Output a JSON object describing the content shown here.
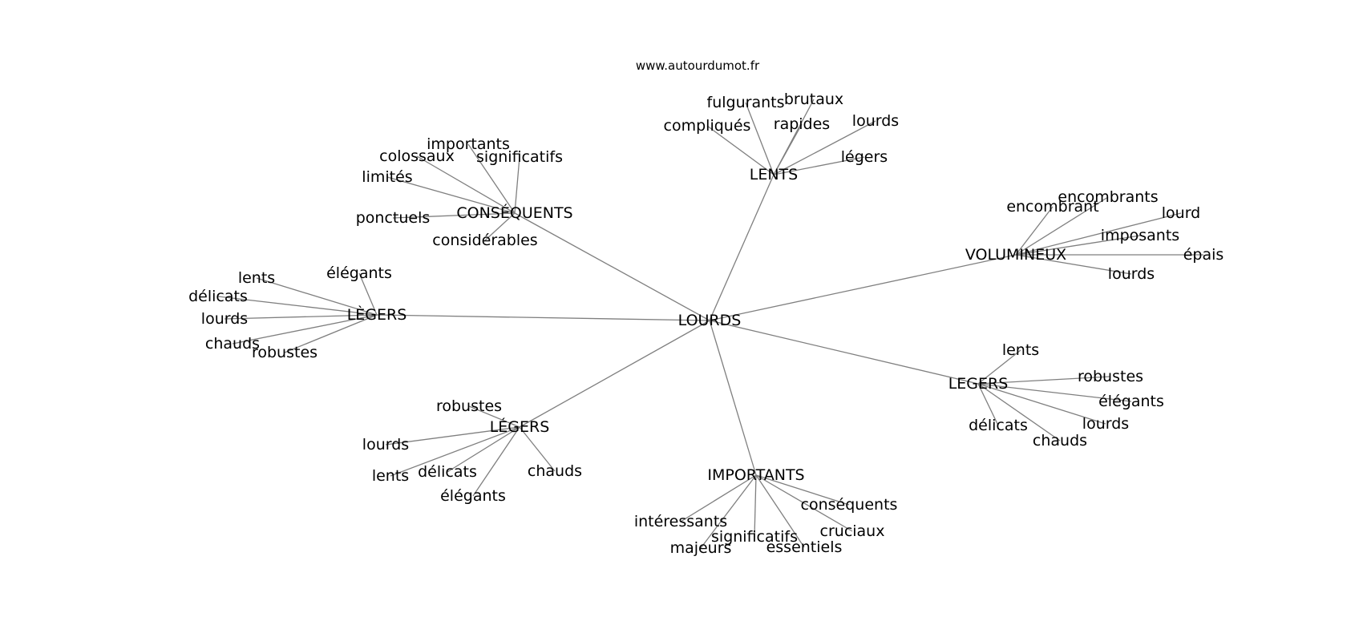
{
  "site": "www.autourdumot.fr",
  "root": "LOURDS",
  "clusters": [
    {
      "label": "LENTS",
      "words": [
        "fulgurants",
        "brutaux",
        "compliqués",
        "rapides",
        "lourds",
        "légers"
      ]
    },
    {
      "label": "CONSÉQUENTS",
      "words": [
        "importants",
        "colossaux",
        "significatifs",
        "limités",
        "ponctuels",
        "considérables"
      ]
    },
    {
      "label": "VOLUMINEUX",
      "words": [
        "encombrant",
        "encombrants",
        "lourd",
        "imposants",
        "épais",
        "lourds"
      ]
    },
    {
      "label": "LÈGERS",
      "words": [
        "élégants",
        "lents",
        "délicats",
        "lourds",
        "chauds",
        "robustes"
      ]
    },
    {
      "label": "LEGERS",
      "words": [
        "lents",
        "robustes",
        "élégants",
        "lourds",
        "délicats",
        "chauds"
      ]
    },
    {
      "label": "LÉGERS",
      "words": [
        "robustes",
        "lourds",
        "lents",
        "délicats",
        "élégants",
        "chauds"
      ]
    },
    {
      "label": "IMPORTANTS",
      "words": [
        "conséquents",
        "intéressants",
        "cruciaux",
        "significatifs",
        "essentiels",
        "majeurs"
      ]
    }
  ]
}
